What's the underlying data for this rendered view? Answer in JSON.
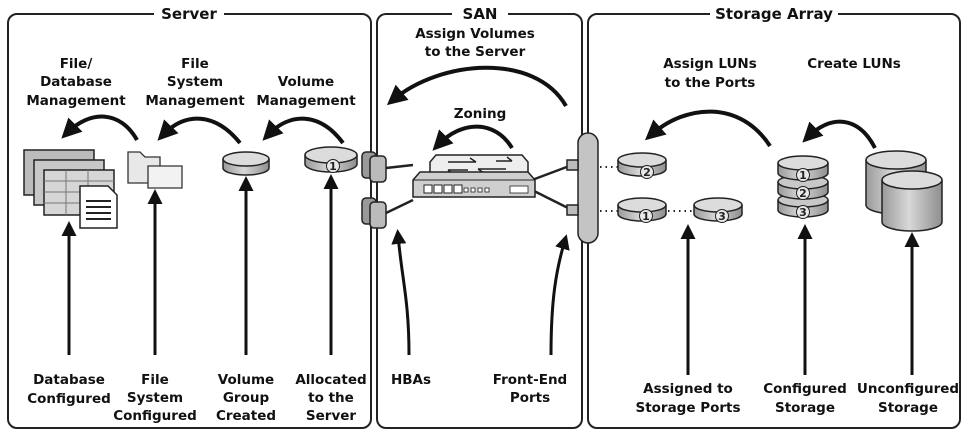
{
  "panels": {
    "server": "Server",
    "san": "SAN",
    "storage": "Storage Array"
  },
  "top_labels": {
    "file_db_mgmt": [
      "File/",
      "Database",
      "Management"
    ],
    "fs_mgmt": [
      "File",
      "System",
      "Management"
    ],
    "vol_mgmt": [
      "Volume",
      "Management"
    ],
    "assign_volumes": [
      "Assign Volumes",
      "to the Server"
    ],
    "zoning": "Zoning",
    "assign_luns": [
      "Assign LUNs",
      "to the Ports"
    ],
    "create_luns": "Create LUNs"
  },
  "bottom_labels": {
    "db_configured": [
      "Database",
      "Configured"
    ],
    "fs_configured": [
      "File",
      "System",
      "Configured"
    ],
    "vg_created": [
      "Volume",
      "Group",
      "Created"
    ],
    "allocated": [
      "Allocated",
      "to the",
      "Server"
    ],
    "hbas": "HBAs",
    "front_end": [
      "Front-End",
      "Ports"
    ],
    "assigned_ports": [
      "Assigned to",
      "Storage Ports"
    ],
    "configured_storage": [
      "Configured",
      "Storage"
    ],
    "unconfigured_storage": [
      "Unconfigured",
      "Storage"
    ]
  },
  "lun_numbers": {
    "server_volume": "1",
    "port1_top": "2",
    "port2_left": "1",
    "port2_right": "3",
    "stack_top": "1",
    "stack_mid": "2",
    "stack_bottom": "3"
  },
  "colors": {
    "disk_top": "#d6d6d6",
    "disk_side": "#a8a8a8",
    "outline": "#222222",
    "arrow": "#111111"
  }
}
